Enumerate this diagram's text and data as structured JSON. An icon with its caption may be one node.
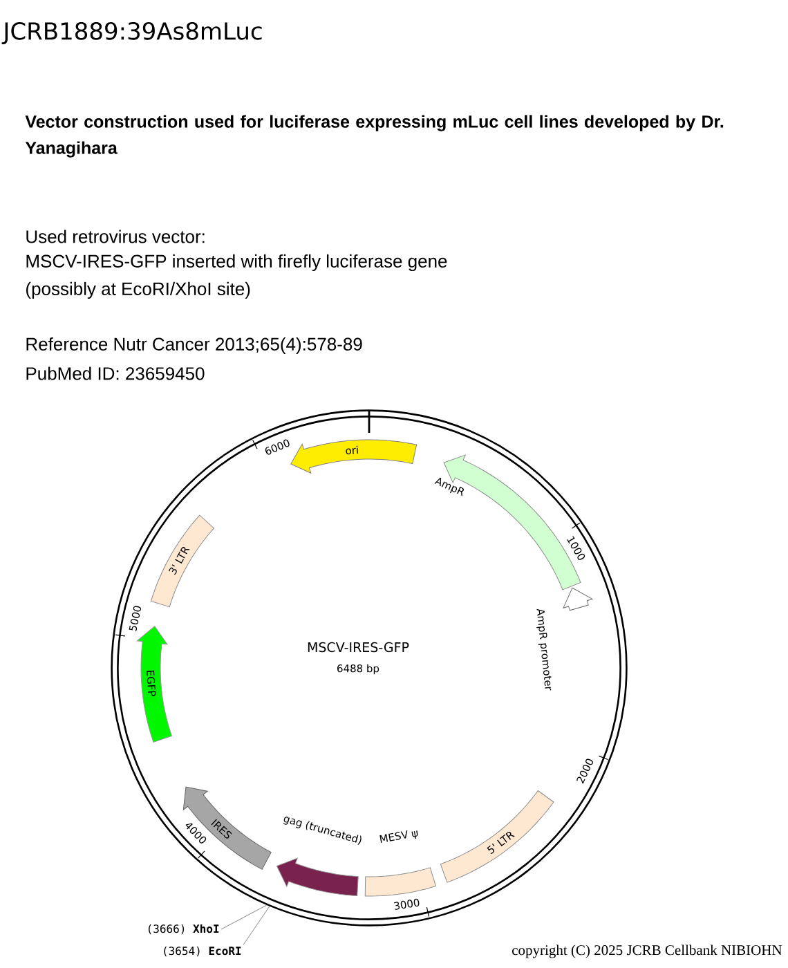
{
  "diagram": {
    "title": "JCRB1889:39As8mLuc",
    "nodes": [
      {
        "text": [
          "ori"
        ]
      },
      {
        "text": [],
        "shape": "arrow",
        "beside": [
          "AmpR"
        ]
      },
      {
        "text": [],
        "shape": "arrow",
        "beside": [
          "AmpR promoter"
        ]
      },
      {
        "text": [
          "3' LTR"
        ]
      },
      {
        "text": [
          "EGFP"
        ]
      },
      {
        "text": [
          "IRES"
        ]
      },
      {
        "text": [],
        "shape": "arrow",
        "beside": [
          "gag (truncated)"
        ]
      },
      {
        "text": [],
        "shape": "box",
        "beside": [
          "MESV ψ"
        ]
      },
      {
        "text": [
          "5' LTR"
        ]
      },
      {
        "text": [
          "(3666) **XhoI**"
        ]
      },
      {
        "text": [
          "(3654) **EcoRI**"
        ]
      }
    ],
    "edges": [
      {
        "from": 9,
        "to": null,
        "arrow": "none"
      },
      {
        "from": 10,
        "to": null,
        "arrow": "none"
      }
    ],
    "labels": [
      "Vector construction used for luciferase expressing mLuc cell lines developed by Dr. Yanagihara",
      "Used retrovirus vector:",
      "MSCV-IRES-GFP inserted with firefly luciferase gene",
      "(possibly at EcoRI/XhoI site)",
      "Reference Nutr Cancer 2013;65(4):578-89",
      "PubMed ID: 23659450",
      "6000",
      "1000",
      "MSCV-IRES-GFP",
      "6488 bp",
      "5000",
      "2000",
      "4000",
      "3000",
      "copyright (C) 2025 JCRB Cellbank NIBIOHN"
    ]
  }
}
